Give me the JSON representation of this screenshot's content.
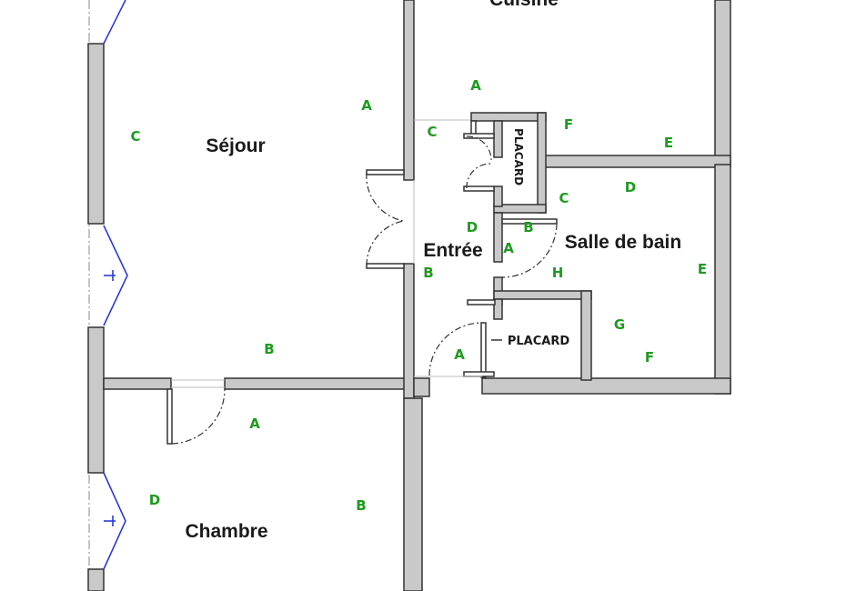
{
  "plan": {
    "rooms": {
      "cuisine": "Cuisine",
      "sejour": "Séjour",
      "entree": "Entrée",
      "salle_de_bain": "Salle de bain",
      "chambre": "Chambre"
    },
    "placards": {
      "upper": "PLACARD",
      "lower": "PLACARD"
    },
    "wall_tags": {
      "cuisine": [
        "A",
        "F",
        "E"
      ],
      "sejour": [
        "A",
        "C",
        "B"
      ],
      "entree": [
        "C",
        "D",
        "A",
        "B",
        "A"
      ],
      "salle_de_bain": [
        "D",
        "C",
        "B",
        "H",
        "E",
        "G",
        "F"
      ],
      "chambre": [
        "A",
        "D",
        "B"
      ]
    },
    "colors": {
      "tag_color": "#1f9a1f",
      "window_color": "#2a3bd6",
      "wall_fill": "#c9c9c9"
    }
  }
}
